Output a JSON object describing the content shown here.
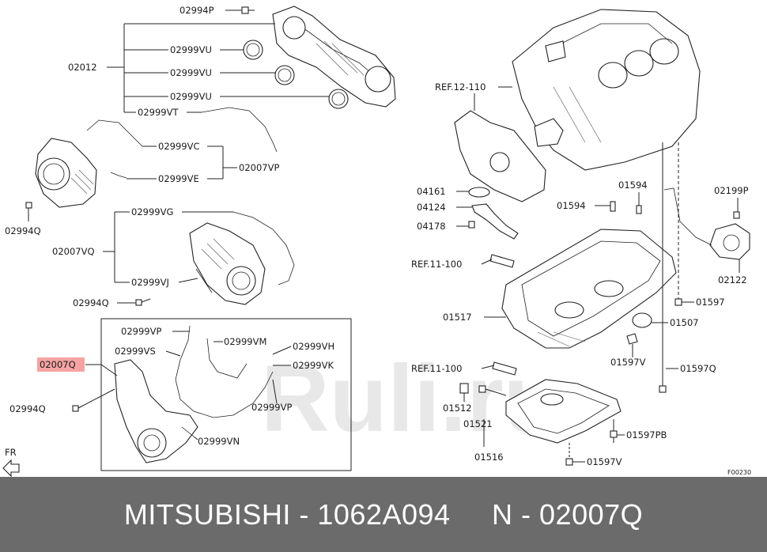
{
  "diagram": {
    "labels": {
      "l_02994P": "02994P",
      "l_02012": "02012",
      "l_02999VU_1": "02999VU",
      "l_02999VU_2": "02999VU",
      "l_02999VU_3": "02999VU",
      "l_02999VT": "02999VT",
      "l_02999VC": "02999VC",
      "l_02999VE": "02999VE",
      "l_02007VP": "02007VP",
      "l_02994Q_1": "02994Q",
      "l_02999VG": "02999VG",
      "l_02007VQ": "02007VQ",
      "l_02999VJ": "02999VJ",
      "l_02994Q_2": "02994Q",
      "l_02999VP_1": "02999VP",
      "l_02999VS": "02999VS",
      "l_02999VM": "02999VM",
      "l_02999VH": "02999VH",
      "l_02999VK": "02999VK",
      "l_02007Q": "02007Q",
      "l_02994Q_3": "02994Q",
      "l_02999VP_2": "02999VP",
      "l_02999VN": "02999VN",
      "l_FR": "FR",
      "l_REF12": "REF.12-110",
      "l_04161": "04161",
      "l_04124": "04124",
      "l_04178": "04178",
      "l_01594_1": "01594",
      "l_01594_2": "01594",
      "l_02199P": "02199P",
      "l_REF11_1": "REF.11-100",
      "l_02122": "02122",
      "l_01597_1": "01597",
      "l_01517": "01517",
      "l_01507": "01507",
      "l_REF11_2": "REF.11-100",
      "l_01597V_1": "01597V",
      "l_01597Q": "01597Q",
      "l_01512": "01512",
      "l_01521": "01521",
      "l_01516": "01516",
      "l_01597PB": "01597PB",
      "l_01597V_2": "01597V",
      "l_F00230": "F00230"
    },
    "watermark": "Ruli.ru",
    "highlight_color": "#f5a3a3"
  },
  "footer": {
    "text": "MITSUBISHI - 1062A094     N - 02007Q"
  }
}
